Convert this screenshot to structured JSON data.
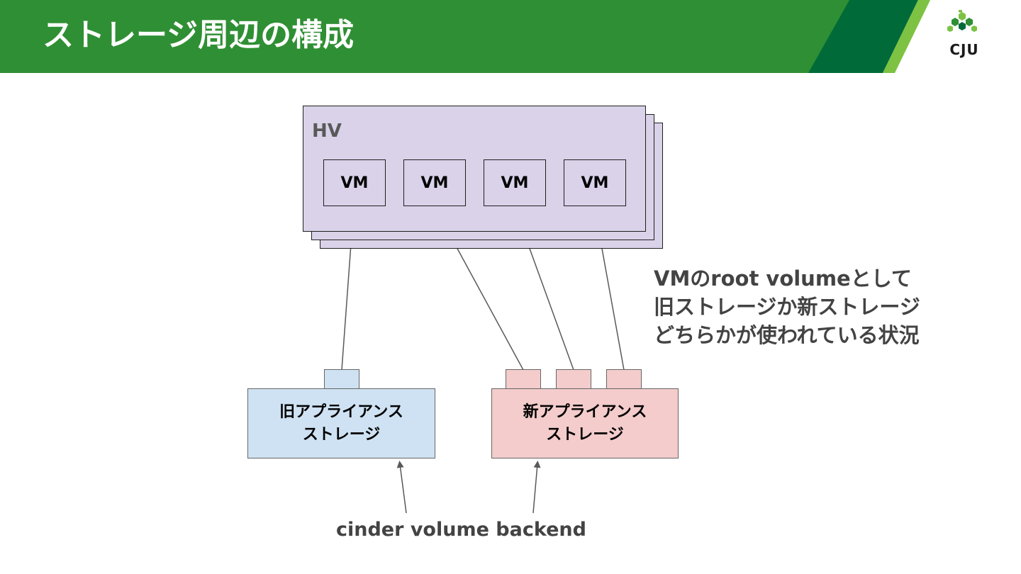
{
  "slide": {
    "title": "ストレージ周辺の構成",
    "logo_text": "CJU"
  },
  "colors": {
    "header_green": "#2f8f34",
    "header_dark_green": "#006b38",
    "header_light_green": "#7dc242",
    "hv_fill": "#d9d2e9",
    "old_storage_fill": "#cfe2f3",
    "new_storage_fill": "#f4cccc",
    "line_color": "#595959"
  },
  "hv": {
    "label": "HV",
    "vms": [
      "VM",
      "VM",
      "VM",
      "VM"
    ]
  },
  "old_storage": {
    "line1": "旧アプライアンス",
    "line2": "ストレージ"
  },
  "new_storage": {
    "line1": "新アプライアンス",
    "line2": "ストレージ"
  },
  "note": {
    "line1": "VMのroot volumeとして",
    "line2": "旧ストレージか新ストレージ",
    "line3": "どちらかが使われている状況"
  },
  "backend_label": "cinder volume backend"
}
